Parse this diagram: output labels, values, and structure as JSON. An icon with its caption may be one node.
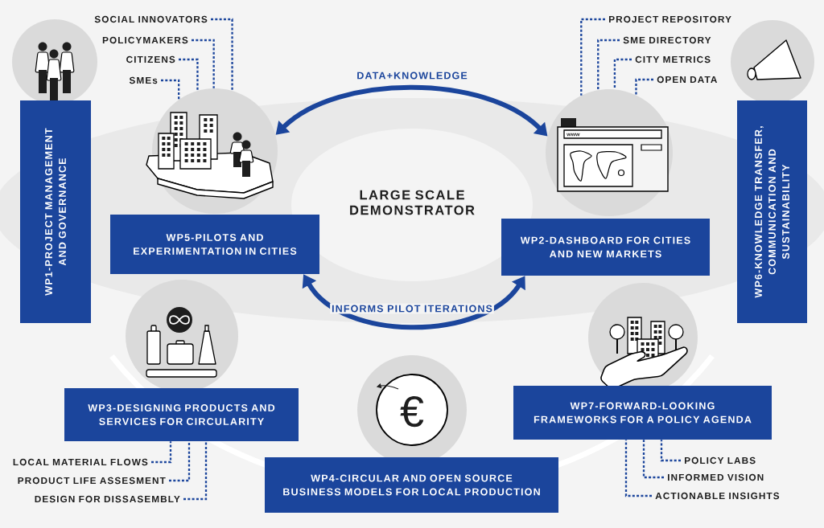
{
  "diagram": {
    "nodes": [
      {
        "text": [
          "WP1-PROJECT MANAGEMENT AND GOVERNANCE"
        ]
      },
      {
        "text": [
          "SOCIAL INNOVATORS"
        ]
      },
      {
        "text": [
          "POLICYMAKERS"
        ]
      },
      {
        "text": [
          "CITIZENS"
        ]
      },
      {
        "text": [
          "SMEs"
        ]
      },
      {
        "text": [],
        "shape": "picture"
      },
      {
        "text": [
          "PROJECT REPOSITORY"
        ]
      },
      {
        "text": [
          "SME DIRECTORY"
        ]
      },
      {
        "text": [
          "CITY METRICS"
        ]
      },
      {
        "text": [
          "OPEN DATA"
        ]
      },
      {
        "text": [],
        "shape": "picture"
      },
      {
        "text": [
          "WP6-KNOWLEDGE TRANSFER, COMMUNICATION AND SUSTAINABILITY"
        ]
      },
      {
        "text": [
          "WP5-PILOTS AND EXPERIMENTATION IN CITIES"
        ]
      },
      {
        "text": [
          "WP2-DASHBOARD FOR CITIES AND NEW MARKETS"
        ]
      },
      {
        "text": [
          "WP3-DESIGNING PRODUCTS AND SERVICES FOR CIRCULARITY"
        ]
      },
      {
        "text": [
          "WP7-FORWARD-LOOKING FRAMEWORKS FOR A POLICY AGENDA"
        ]
      },
      {
        "text": [
          "LOCAL MATERIAL FLOWS"
        ]
      },
      {
        "text": [
          "PRODUCT LIFE ASSESMENT"
        ]
      },
      {
        "text": [
          "DESIGN FOR DISSASEMBLY"
        ]
      },
      {
        "text": [
          "POLICY LABS"
        ]
      },
      {
        "text": [
          "INFORMED VISION"
        ]
      },
      {
        "text": [
          "ACTIONABLE INSIGHTS"
        ]
      },
      {
        "text": [
          "WP4-CIRCULAR AND OPEN SOURCE BUSINESS MODELS FOR LOCAL PRODUCTION"
        ]
      }
    ],
    "edges": [
      {
        "from": 1,
        "to": 5,
        "arrow": "none",
        "style": "dashed"
      },
      {
        "from": 2,
        "to": 5,
        "arrow": "none",
        "style": "dashed"
      },
      {
        "from": 3,
        "to": 5,
        "arrow": "none",
        "style": "dashed"
      },
      {
        "from": 4,
        "to": 5,
        "arrow": "none",
        "style": "dashed"
      },
      {
        "from": 6,
        "to": 10,
        "arrow": "none",
        "style": "dashed"
      },
      {
        "from": 7,
        "to": 10,
        "arrow": "none",
        "style": "dashed"
      },
      {
        "from": 8,
        "to": 10,
        "arrow": "none",
        "style": "dashed"
      },
      {
        "from": 9,
        "to": 10,
        "arrow": "none",
        "style": "dashed"
      },
      {
        "from": 16,
        "to": 14,
        "arrow": "none",
        "style": "dashed"
      },
      {
        "from": 17,
        "to": 14,
        "arrow": "none",
        "style": "dashed"
      },
      {
        "from": 18,
        "to": 14,
        "arrow": "none",
        "style": "dashed"
      },
      {
        "from": 19,
        "to": 15,
        "arrow": "none",
        "style": "dashed"
      },
      {
        "from": 20,
        "to": 15,
        "arrow": "none",
        "style": "dashed"
      },
      {
        "from": 21,
        "to": 15,
        "arrow": "none",
        "style": "dashed"
      },
      {
        "from": 5,
        "to": 10,
        "arrow": "both",
        "style": "thick",
        "label": "DATA+KNOWLEDGE"
      },
      {
        "from": 12,
        "to": 13,
        "arrow": "both",
        "style": "thick",
        "label": "INFORMS PILOT ITERATIONS"
      }
    ],
    "labels": [
      "www",
      "LARGE SCALE DEMONSTRATOR",
      "€"
    ]
  }
}
